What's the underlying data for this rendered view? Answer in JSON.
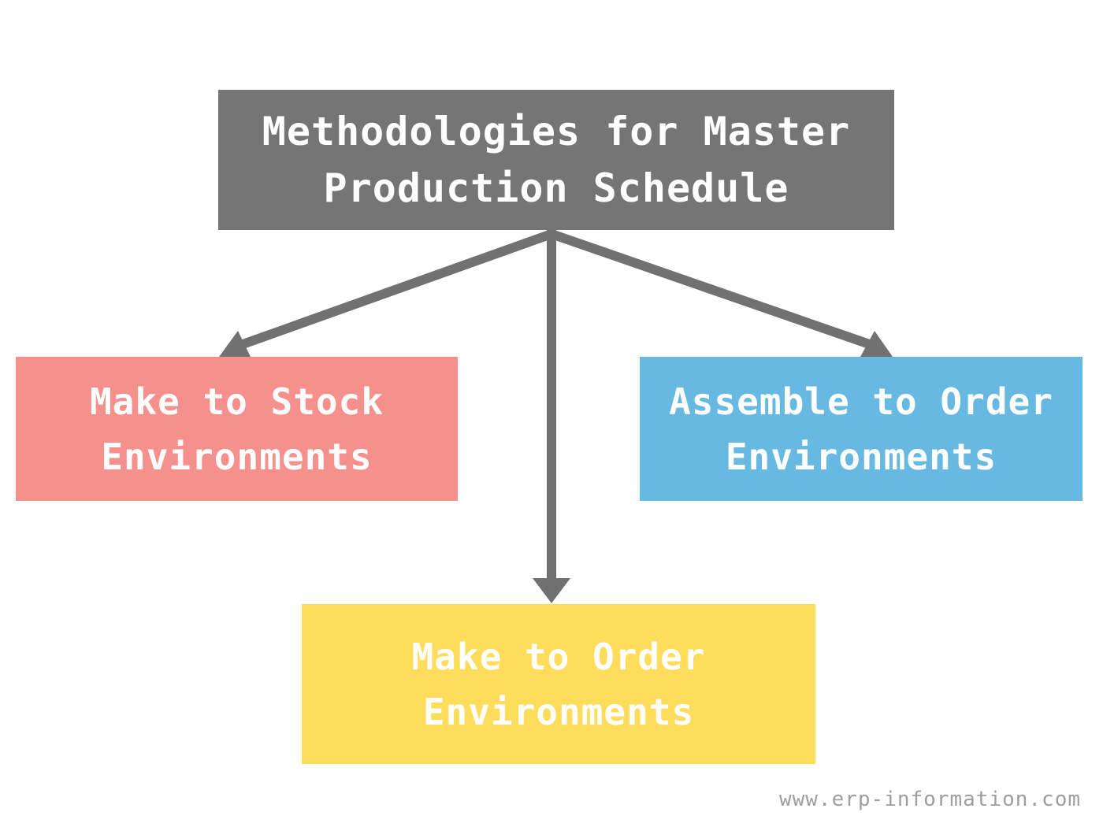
{
  "diagram": {
    "root": {
      "label": "Methodologies for Master\nProduction Schedule",
      "color": "#757575"
    },
    "children": [
      {
        "id": "mts",
        "label": "Make to Stock\nEnvironments",
        "color": "#f5908d"
      },
      {
        "id": "ato",
        "label": "Assemble to Order\nEnvironments",
        "color": "#67b9e2"
      },
      {
        "id": "mto",
        "label": "Make to Order\nEnvironments",
        "color": "#ffdd5c"
      }
    ],
    "arrow_color": "#717171"
  },
  "watermark": "www.erp-information.com"
}
